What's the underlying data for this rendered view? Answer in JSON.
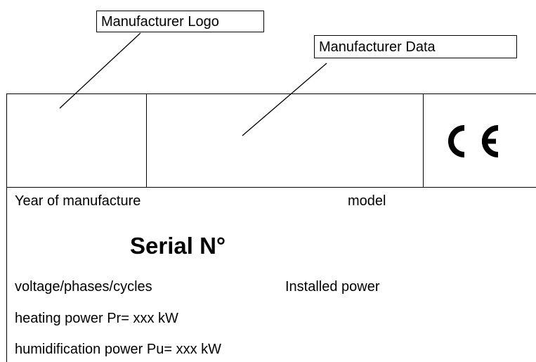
{
  "callouts": {
    "logo": "Manufacturer Logo",
    "data": "Manufacturer Data"
  },
  "plate": {
    "ce_mark_icon": "ce-mark-icon",
    "year_of_manufacture": "Year of manufacture",
    "model": "model",
    "serial": "Serial N°",
    "voltage": "voltage/phases/cycles",
    "installed_power": "Installed power",
    "heating_power": "heating power Pr= xxx kW",
    "humidification_power": "humidification power Pu= xxx kW"
  },
  "colors": {
    "ink": "#000000",
    "background": "#ffffff"
  }
}
